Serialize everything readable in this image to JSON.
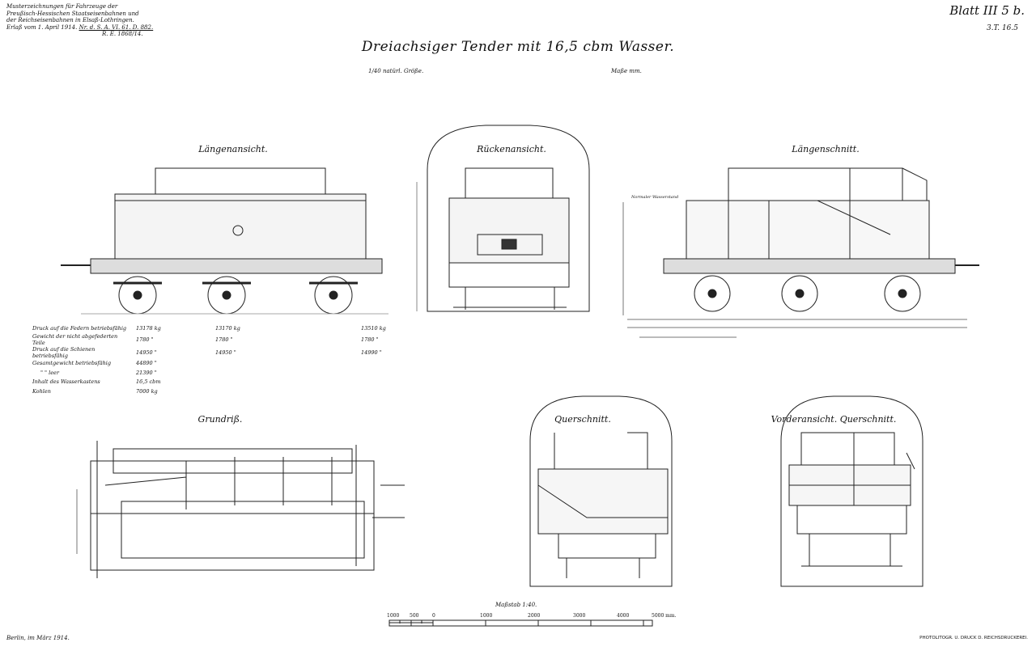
{
  "header": {
    "lines": [
      "Musterzeichnungen für Fahrzeuge der",
      "Preußisch-Hessischen Staatseisenbahnen und",
      "der Reichseisenbahnen in Elsaß-Lothringen.",
      "Erlaß vom 1. April 1914."
    ],
    "reference": "Nr. d. S. A. VI. 61. D. 882.",
    "reference2": "R. E. 1868/14."
  },
  "sheet": {
    "label": "Blatt III 5 b.",
    "code": "3.T. 16.5"
  },
  "title": "Dreiachsiger Tender mit 16,5 cbm Wasser.",
  "scale_note": "1/40 natürl. Größe.",
  "units_note": "Maße mm.",
  "views": {
    "side": "Längenansicht.",
    "rear": "Rückenansicht.",
    "section_long": "Längenschnitt.",
    "plan": "Grundriß.",
    "cross": "Querschnitt.",
    "front_cross": "Vorderansicht. Querschnitt."
  },
  "drawing_annotations": {
    "normal_water_level": "Normaler Wasserstand"
  },
  "weights_table": {
    "rows": [
      {
        "label": "Druck auf die Federn betriebsfähig",
        "axle1": "13178 kg",
        "axle2": "13170 kg",
        "axle3": "13510 kg"
      },
      {
        "label": "Gewicht der nicht abgefederten Teile",
        "axle1": "1780 \"",
        "axle2": "1780 \"",
        "axle3": "1780 \""
      },
      {
        "label": "Druck auf die Schienen betriebsfähig",
        "axle1": "14950 \"",
        "axle2": "14950 \"",
        "axle3": "14990 \""
      },
      {
        "label": "Gesamtgewicht betriebsfähig",
        "axle1": "44890 \"",
        "axle2": "",
        "axle3": ""
      },
      {
        "label": "\"  \"  leer",
        "axle1": "21390 \"",
        "axle2": "",
        "axle3": ""
      },
      {
        "label": "Inhalt des Wasserkastens",
        "axle1": "16,5 cbm",
        "axle2": "",
        "axle3": ""
      },
      {
        "label": "Kohlen",
        "axle1": "7000 kg",
        "axle2": "",
        "axle3": ""
      }
    ]
  },
  "scale_bar": {
    "title": "Maßstab 1:40.",
    "ticks": [
      "1000",
      "500",
      "0",
      "1000",
      "2000",
      "3000",
      "4000",
      "5000 mm."
    ]
  },
  "footer": {
    "place_date": "Berlin, im März 1914.",
    "printer": "PHOTOLITOGR. U. DRUCK D. REICHSDRUCKEREI."
  }
}
